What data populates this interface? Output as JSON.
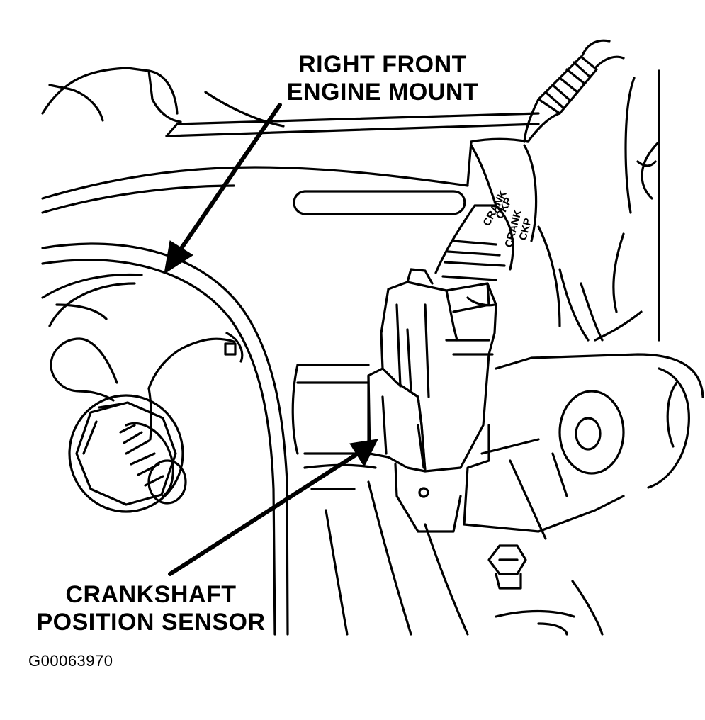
{
  "callouts": {
    "engine_mount": {
      "line1": "RIGHT FRONT",
      "line2": "ENGINE MOUNT"
    },
    "crank_sensor": {
      "line1": "CRANKSHAFT",
      "line2": "POSITION SENSOR"
    }
  },
  "figure_id": "G00063970",
  "connector_text": {
    "a": "CRANK",
    "b": "CKP",
    "c": "CRANK",
    "d": "CKP"
  },
  "colors": {
    "ink": "#000000",
    "paper": "#ffffff"
  }
}
